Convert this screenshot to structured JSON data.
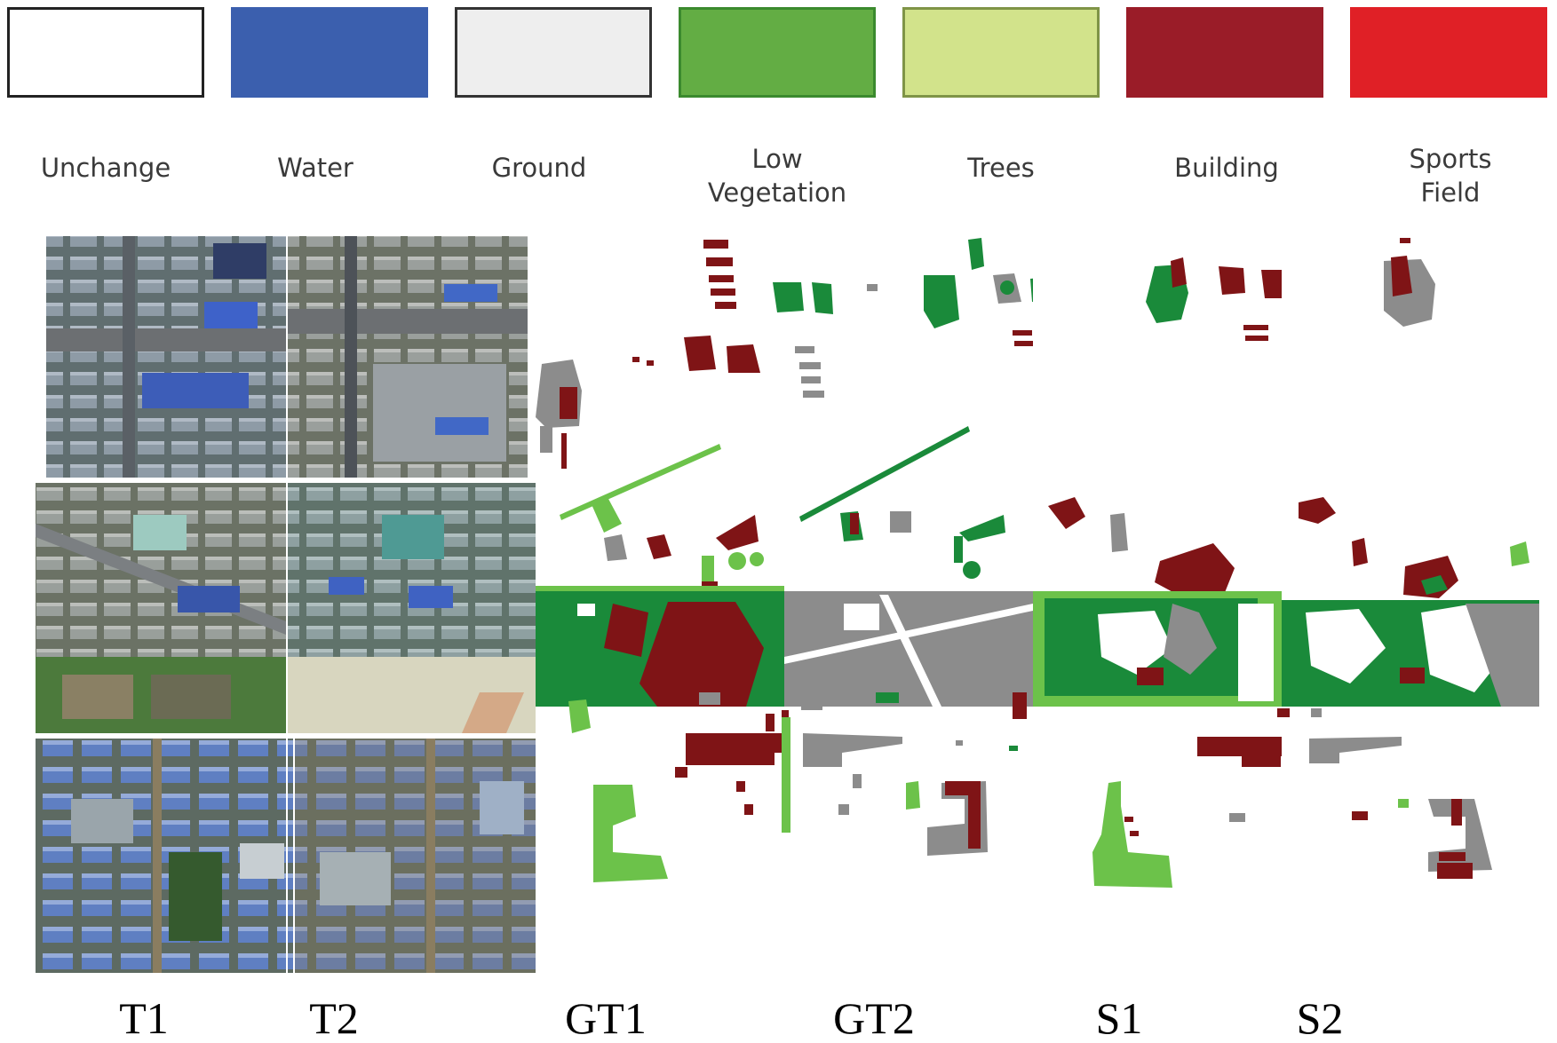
{
  "legend": {
    "items": [
      {
        "label": "Unchange",
        "color": "#ffffff",
        "border": "#222222"
      },
      {
        "label": "Water",
        "color": "#3b5fae",
        "border": "#3b5fae"
      },
      {
        "label": "Ground",
        "color": "#eeeeee",
        "border": "#333333"
      },
      {
        "label": "Low\nVegetation",
        "color": "#63ad44",
        "border": "#3b8a2e"
      },
      {
        "label": "Trees",
        "color": "#d2e38b",
        "border": "#7f9447"
      },
      {
        "label": "Building",
        "color": "#9a1c28",
        "border": "#9a1c28"
      },
      {
        "label": "Sports\nField",
        "color": "#e02026",
        "border": "#e02026"
      }
    ]
  },
  "columns": [
    "T1",
    "T2",
    "GT1",
    "GT2",
    "S1",
    "S2"
  ],
  "colors": {
    "building": "#7f1416",
    "ground": "#8c8c8c",
    "low_veg": "#1a8a3a",
    "trees": "#6cc24a",
    "imagery_bg": "#6f7a70"
  }
}
